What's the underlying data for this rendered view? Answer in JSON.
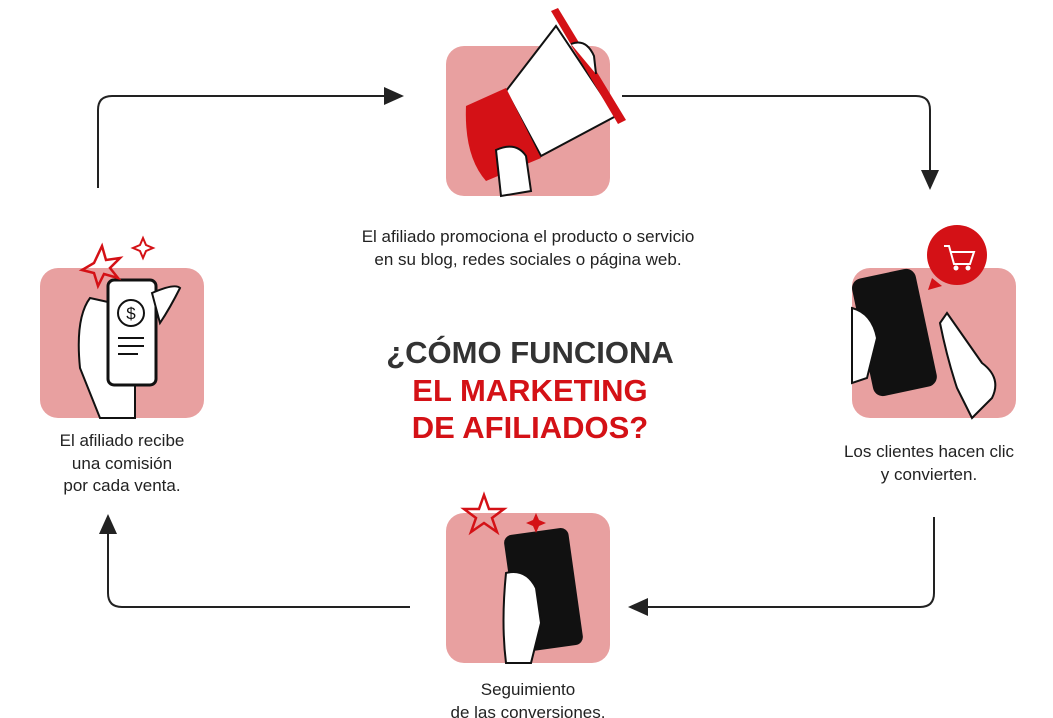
{
  "title": {
    "line1": "¿CÓMO FUNCIONA",
    "line2": "EL MARKETING",
    "line3": "DE AFILIADOS?"
  },
  "steps": [
    {
      "icon": "megaphone-icon",
      "lines": [
        "El afiliado promociona el producto o servicio",
        "en su blog, redes sociales o página web."
      ]
    },
    {
      "icon": "phone-cart-icon",
      "lines": [
        "Los clientes hacen clic",
        "y convierten."
      ]
    },
    {
      "icon": "phone-star-icon",
      "lines": [
        "Seguimiento",
        "de las conversiones."
      ]
    },
    {
      "icon": "phone-dollar-icon",
      "lines": [
        "El afiliado recibe",
        "una comisión",
        "por cada venta."
      ]
    }
  ],
  "colors": {
    "accent": "#d41116",
    "card": "#e8a0a0",
    "text": "#222222"
  }
}
